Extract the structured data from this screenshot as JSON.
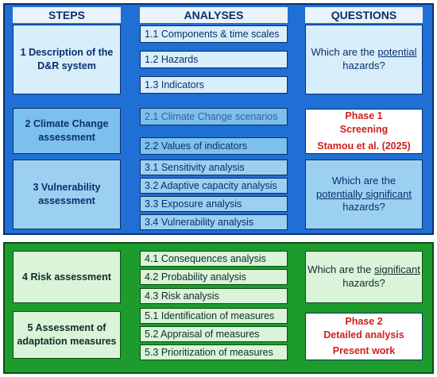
{
  "headers": {
    "steps": "STEPS",
    "analyses": "ANALYSES",
    "questions": "QUESTIONS"
  },
  "steps": [
    "1 Description of the D&R system",
    "2 Climate Change assessment",
    "3 Vulnerability assessment",
    "4 Risk assessment",
    "5 Assessment of adaptation measures"
  ],
  "analyses": [
    "1.1 Components & time scales",
    "1.2 Hazards",
    "1.3 Indicators",
    "2.1 Climate Change scenarios",
    "2.2 Values of indicators",
    "3.1 Sensitivity analysis",
    "3.2 Adaptive capacity analysis",
    "3.3 Exposure analysis",
    "3.4 Vulnerability analysis",
    "4.1 Consequences analysis",
    "4.2 Probability analysis",
    "4.3 Risk analysis",
    "5.1 Identification of measures",
    "5.2 Appraisal of measures",
    "5.3 Prioritization of measures"
  ],
  "questions": {
    "q1": {
      "pre": "Which are the ",
      "key": "potential",
      "post": "hazards?"
    },
    "q2": {
      "pre": "Which are the",
      "key": "potentially significant",
      "post": "hazards?"
    },
    "q3": {
      "pre": "Which are the ",
      "key": "significant",
      "post": "hazards?"
    }
  },
  "phases": {
    "phase1": {
      "title": "Phase 1",
      "subtitle": "Screening",
      "note": "Stamou et al. (2025)"
    },
    "phase2": {
      "title": "Phase 2",
      "subtitle": "Detailed analysis",
      "note": "Present work"
    }
  },
  "colors": {
    "blue_panel": "#1f6fd4",
    "green_panel": "#1d9b2c",
    "dark_text": "#0b2f6b",
    "phase_red": "#d0201c"
  }
}
